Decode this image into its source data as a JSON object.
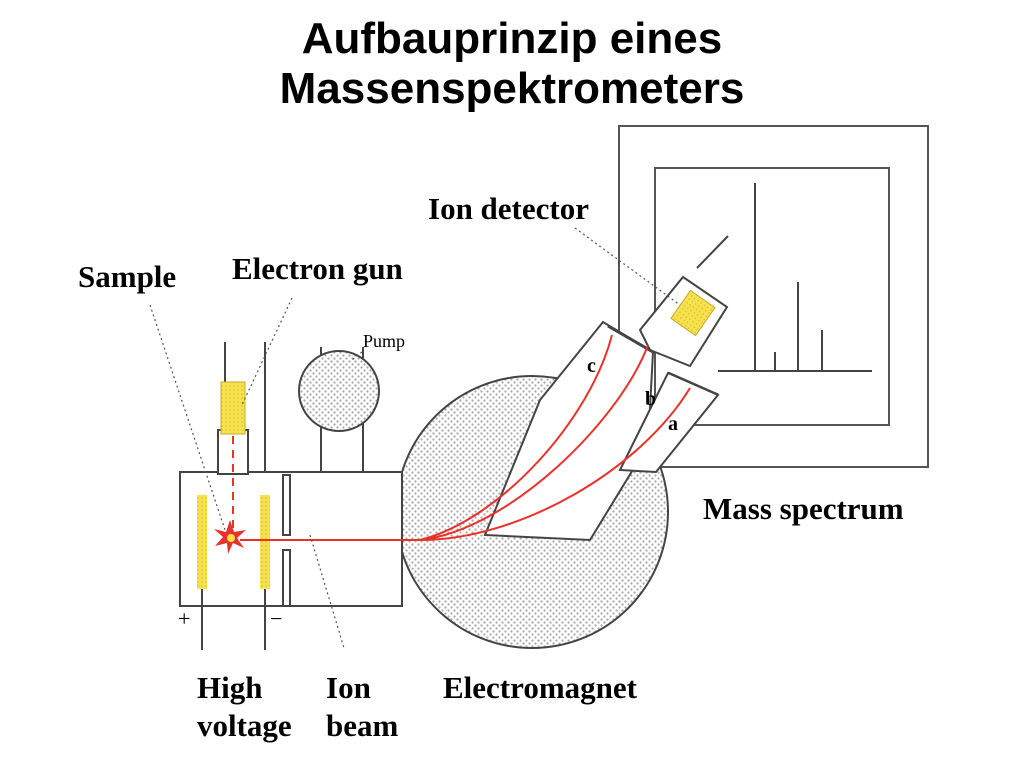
{
  "title": {
    "line1": "Aufbauprinzip eines",
    "line2": "Massenspektrometers"
  },
  "labels": {
    "ion_detector": "Ion detector",
    "sample": "Sample",
    "electron_gun": "Electron gun",
    "pump": "Pump",
    "mass_spectrum": "Mass spectrum",
    "high_voltage_1": "High",
    "high_voltage_2": "voltage",
    "ion_beam_1": "Ion",
    "ion_beam_2": "beam",
    "electromagnet": "Electromagnet",
    "path_a": "a",
    "path_b": "b",
    "path_c": "c",
    "plus": "+",
    "minus": "−"
  },
  "colors": {
    "beam": "#e8322a",
    "electrode": "#f4e04a",
    "outline": "#333333",
    "dots": "#9a9a9a"
  }
}
